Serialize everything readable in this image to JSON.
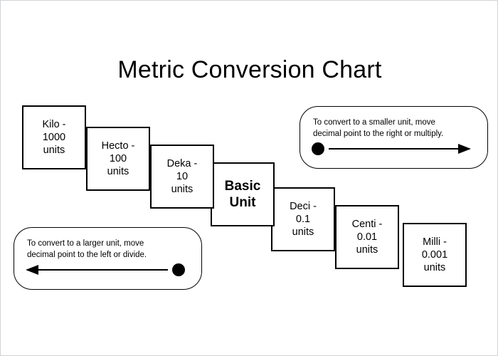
{
  "chart_data": {
    "type": "diagram",
    "title": "Metric Conversion Chart",
    "subtype": "staircase-step-chart",
    "steps": [
      {
        "prefix": "Kilo",
        "value": "1000",
        "label": "Kilo -\n1000\nunits",
        "bold": false
      },
      {
        "prefix": "Hecto",
        "value": "100",
        "label": "Hecto -\n100\nunits",
        "bold": false
      },
      {
        "prefix": "Deka",
        "value": "10",
        "label": "Deka -\n10\nunits",
        "bold": false
      },
      {
        "prefix": "Basic",
        "value": "1",
        "label": "Basic\nUnit",
        "bold": true
      },
      {
        "prefix": "Deci",
        "value": "0.1",
        "label": "Deci -\n0.1\nunits",
        "bold": false
      },
      {
        "prefix": "Centi",
        "value": "0.01",
        "label": "Centi -\n0.01\nunits",
        "bold": false
      },
      {
        "prefix": "Milli",
        "value": "0.001",
        "label": "Milli -\n0.001\nunits",
        "bold": false
      }
    ],
    "callouts": [
      {
        "id": "smaller-unit",
        "text": "To convert to a smaller unit, move\ndecimal  point to the right or multiply.",
        "direction": "right"
      },
      {
        "id": "larger-unit",
        "text": "To convert to a larger unit, move\ndecimal  point to the left or divide.",
        "direction": "left"
      }
    ],
    "colors": {
      "box_stroke": "#000000",
      "text": "#000000",
      "background": "#ffffff",
      "frame": "#d0d3d6"
    }
  },
  "title": "Metric Conversion Chart",
  "steps": {
    "kilo": "Kilo -\n1000\nunits",
    "hecto": "Hecto -\n100\nunits",
    "deka": "Deka -\n10\nunits",
    "basic": "Basic\nUnit",
    "deci": "Deci -\n0.1\nunits",
    "centi": "Centi -\n0.01\nunits",
    "milli": "Milli -\n0.001\nunits"
  },
  "callouts": {
    "smaller": "To convert to a smaller unit, move\ndecimal  point to the right or multiply.",
    "larger": "To convert to a larger unit, move\ndecimal  point to the left or divide."
  }
}
